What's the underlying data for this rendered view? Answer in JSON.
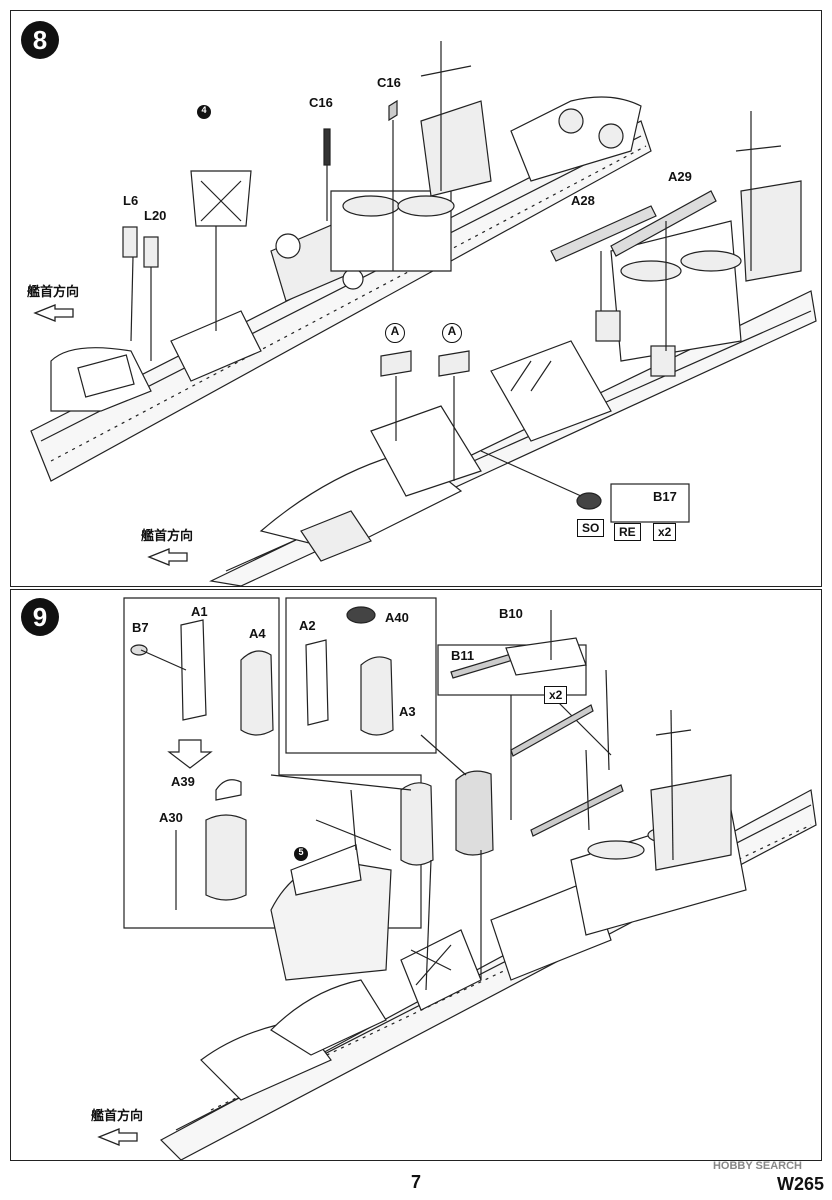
{
  "page": {
    "number": "7",
    "code": "W265",
    "watermark": "HOBBY SEARCH"
  },
  "bow_direction_label": "艦首方向",
  "step8": {
    "number": "8",
    "sub_number": "4",
    "parts": {
      "L6": "L6",
      "L20": "L20",
      "C16a": "C16",
      "C16b": "C16",
      "A28": "A28",
      "A29": "A29",
      "B17": "B17"
    },
    "marker_a": "A",
    "badges": {
      "so": "SO",
      "re": "RE",
      "x2": "x2"
    }
  },
  "step9": {
    "number": "9",
    "sub_number": "5",
    "parts": {
      "B7": "B7",
      "A1": "A1",
      "A4": "A4",
      "A2": "A2",
      "A40": "A40",
      "A3": "A3",
      "B10": "B10",
      "B11": "B11",
      "A39": "A39",
      "A30": "A30"
    },
    "badges": {
      "x2": "x2"
    }
  }
}
